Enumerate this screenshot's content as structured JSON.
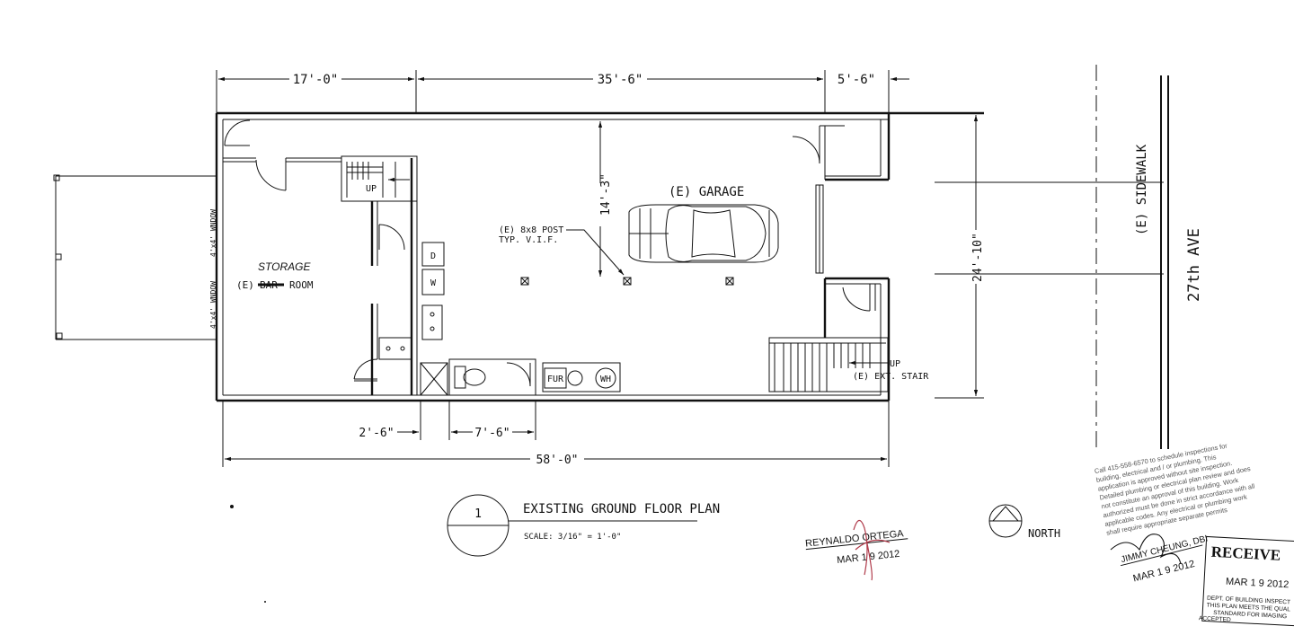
{
  "dimensions": {
    "top_left": "17'-0\"",
    "top_mid": "35'-6\"",
    "top_right": "5'-6\"",
    "right": "24'-10\"",
    "interior": "14'-3\"",
    "bottom_a": "2'-6\"",
    "bottom_b": "7'-6\"",
    "overall": "58'-0\""
  },
  "labels": {
    "garage": "(E) GARAGE",
    "post": "(E) 8x8 POST",
    "post_note": "TYP. V.I.F.",
    "storage_handwritten": "STORAGE",
    "storage_prefix": "(E)",
    "storage_struck": "BAR",
    "storage_room": "ROOM",
    "window_1": "4'x4' WNDOW",
    "window_2": "4'x4' WNDOW",
    "up_interior": "UP",
    "up_exterior": "UP",
    "ext_stair": "(E) EXT. STAIR",
    "dryer": "D",
    "washer": "W",
    "furnace": "FUR",
    "water_heater": "WH",
    "sidewalk": "(E) SIDEWALK",
    "street": "27th AVE",
    "north": "NORTH"
  },
  "title_block": {
    "number": "1",
    "title": "EXISTING GROUND FLOOR PLAN",
    "scale": "SCALE: 3/16\" = 1'-0\""
  },
  "stamps": {
    "reviewer_1": "REYNALDO ORTEGA",
    "date_1": "MAR 1 9 2012",
    "reviewer_2": "JIMMY CHEUNG, DBI",
    "date_2": "MAR 1 9 2012",
    "received": "RECEIVE",
    "received_date": "MAR 1 9 2012",
    "received_note_1": "DEPT. OF BUILDING INSPECT",
    "received_note_2": "THIS PLAN MEETS THE QUAL",
    "received_note_3": "STANDARD FOR IMAGING",
    "received_note_4": "ACCEPTED",
    "inspection_lines": [
      "Call 415-558-6570 to schedule inspections for",
      "building, electrical and / or plumbing. This",
      "application is approved without site inspection.",
      "Detailed plumbing or electrical plan review and does",
      "not constitute an approval of this building. Work",
      "authorized must be done in strict accordance with all",
      "applicable codes. Any electrical or plumbing work",
      "shall require appropriate separate permits"
    ]
  }
}
